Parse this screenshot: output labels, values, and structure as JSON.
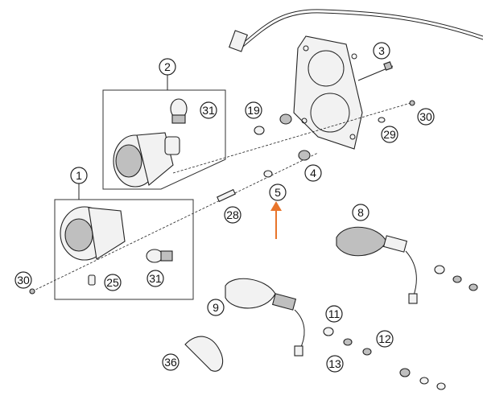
{
  "diagram": {
    "callouts": [
      {
        "id": "label-1",
        "text": "1"
      },
      {
        "id": "label-2",
        "text": "2"
      },
      {
        "id": "label-3",
        "text": "3"
      },
      {
        "id": "label-4",
        "text": "4"
      },
      {
        "id": "label-5",
        "text": "5"
      },
      {
        "id": "label-8",
        "text": "8"
      },
      {
        "id": "label-9",
        "text": "9"
      },
      {
        "id": "label-11",
        "text": "11"
      },
      {
        "id": "label-12",
        "text": "12"
      },
      {
        "id": "label-13",
        "text": "13"
      },
      {
        "id": "label-19",
        "text": "19"
      },
      {
        "id": "label-25",
        "text": "25"
      },
      {
        "id": "label-28",
        "text": "28"
      },
      {
        "id": "label-29",
        "text": "29"
      },
      {
        "id": "label-30-top",
        "text": "30"
      },
      {
        "id": "label-30-left",
        "text": "30"
      },
      {
        "id": "label-31-top",
        "text": "31"
      },
      {
        "id": "label-31-bottom",
        "text": "31"
      },
      {
        "id": "label-36",
        "text": "36"
      }
    ],
    "highlight": {
      "part": "5",
      "color": "#e8742a"
    }
  }
}
